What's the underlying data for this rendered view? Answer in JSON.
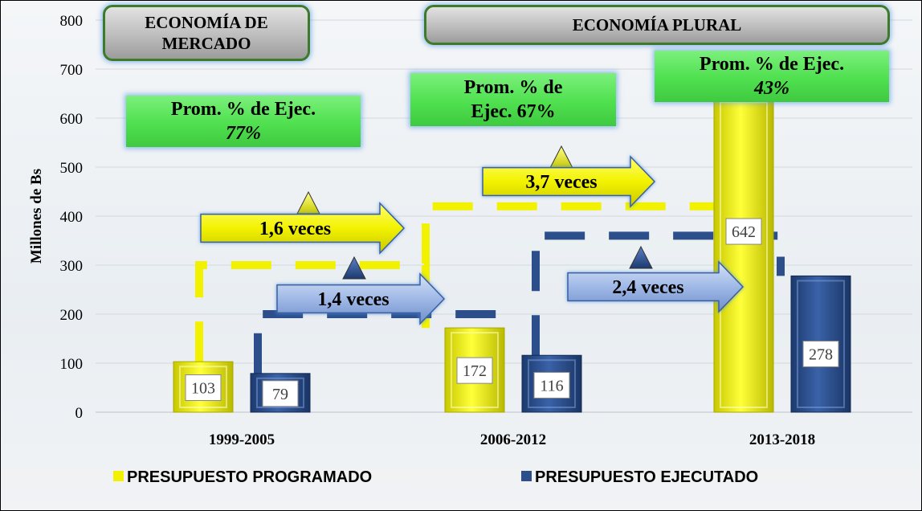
{
  "chart_data": {
    "type": "bar",
    "categories": [
      "1999-2005",
      "2006-2012",
      "2013-2018"
    ],
    "series": [
      {
        "name": "PRESUPUESTO PROGRAMADO",
        "values": [
          103,
          172,
          642
        ],
        "color": "#f2f200"
      },
      {
        "name": "PRESUPUESTO EJECUTADO",
        "values": [
          79,
          116,
          278
        ],
        "color": "#2c4f8c"
      }
    ],
    "ylabel": "Millones de Bs",
    "ylim": [
      0,
      800
    ],
    "yticks": [
      0,
      100,
      200,
      300,
      400,
      500,
      600,
      700,
      800
    ],
    "grid": true,
    "legend_position": "bottom"
  },
  "annotations": {
    "panel_market": "ECONOMÍA DE MERCADO",
    "panel_plural": "ECONOMÍA PLURAL",
    "avg_1": {
      "line1": "Prom. % de Ejec.",
      "line2": "77%"
    },
    "avg_2": {
      "line1": "Prom. % de",
      "line2": "Ejec. 67%"
    },
    "avg_3": {
      "line1": "Prom. % de Ejec.",
      "line2": "43%"
    },
    "growth_prog_1": "1,6 veces",
    "growth_exec_1": "1,4 veces",
    "growth_prog_2": "3,7 veces",
    "growth_exec_2": "2,4 veces"
  },
  "colors": {
    "programado": "#f2f200",
    "ejecutado": "#2c4f8c",
    "arrow_yellow": "#f2f200",
    "arrow_blue": "#9fb8e6",
    "avg_green": "#4fe04f"
  }
}
